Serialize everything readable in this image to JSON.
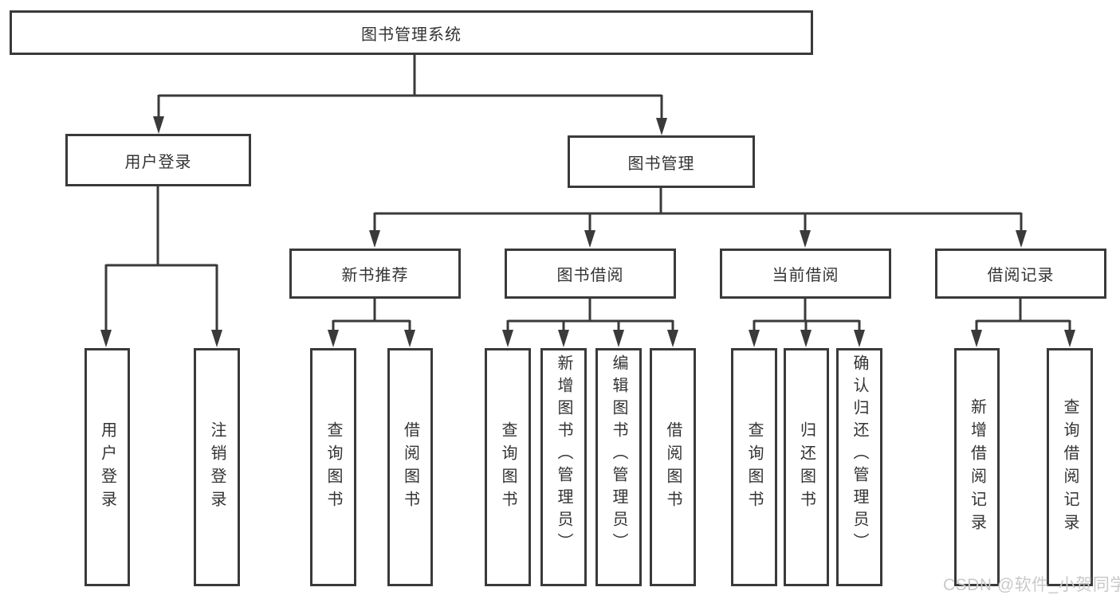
{
  "diagram": {
    "type": "hierarchy-tree",
    "orientation": "top-down",
    "colors": {
      "background": "#ffffff",
      "line": "#3a3a3a",
      "box_border": "#3a3a3a",
      "box_fill": "#ffffff",
      "text": "#333333",
      "watermark": "#c9c9c9"
    },
    "tree": {
      "root": {
        "label": "图书管理系统",
        "children": [
          {
            "label": "用户登录",
            "children": [
              {
                "label": "用户登录"
              },
              {
                "label": "注销登录"
              }
            ]
          },
          {
            "label": "图书管理",
            "children": [
              {
                "label": "新书推荐",
                "children": [
                  {
                    "label": "查询图书"
                  },
                  {
                    "label": "借阅图书"
                  }
                ]
              },
              {
                "label": "图书借阅",
                "children": [
                  {
                    "label": "查询图书"
                  },
                  {
                    "label": "新增图书（管理员）"
                  },
                  {
                    "label": "编辑图书（管理员）"
                  },
                  {
                    "label": "借阅图书"
                  }
                ]
              },
              {
                "label": "当前借阅",
                "children": [
                  {
                    "label": "查询图书"
                  },
                  {
                    "label": "归还图书"
                  },
                  {
                    "label": "确认归还（管理员）"
                  }
                ]
              },
              {
                "label": "借阅记录",
                "children": [
                  {
                    "label": "新增借阅记录"
                  },
                  {
                    "label": "查询借阅记录"
                  }
                ]
              }
            ]
          }
        ]
      }
    },
    "watermark": {
      "text": "CSDN @软件_小贺同学"
    }
  }
}
